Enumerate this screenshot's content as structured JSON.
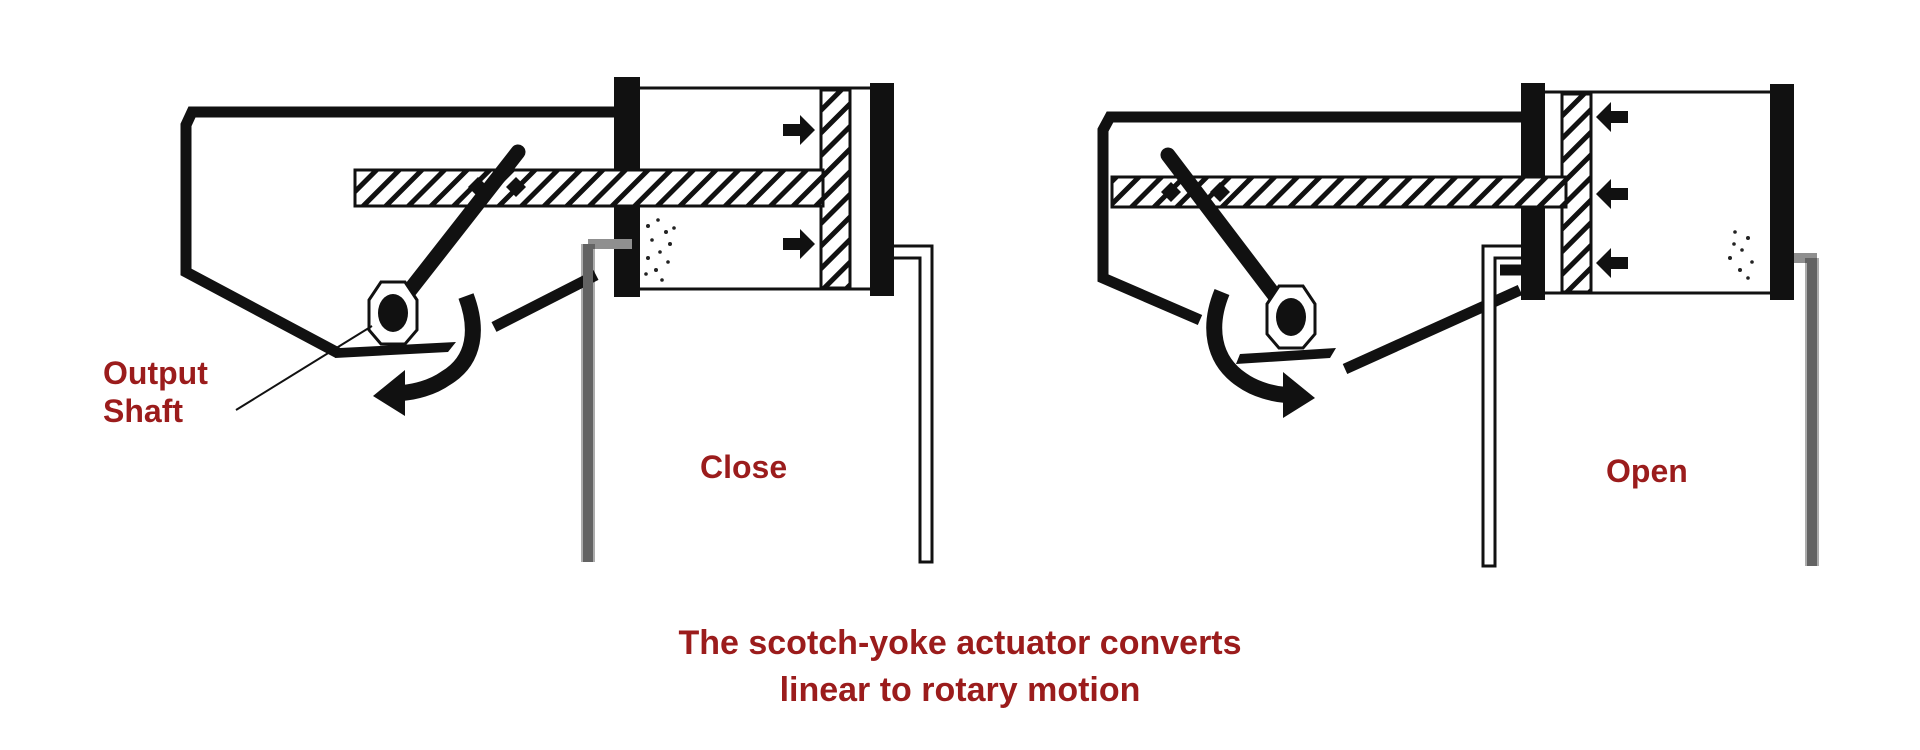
{
  "colors": {
    "label": "#9b1c1c",
    "line": "#111111",
    "pipe": "#8f8f8f",
    "background": "#ffffff"
  },
  "diagram": {
    "panels": [
      {
        "state": "close",
        "label": "Close"
      },
      {
        "state": "open",
        "label": "Open"
      }
    ],
    "output_shaft_label": {
      "line1": "Output",
      "line2": "Shaft"
    },
    "caption": {
      "line1": "The scotch-yoke actuator converts",
      "line2": "linear to rotary motion"
    }
  }
}
